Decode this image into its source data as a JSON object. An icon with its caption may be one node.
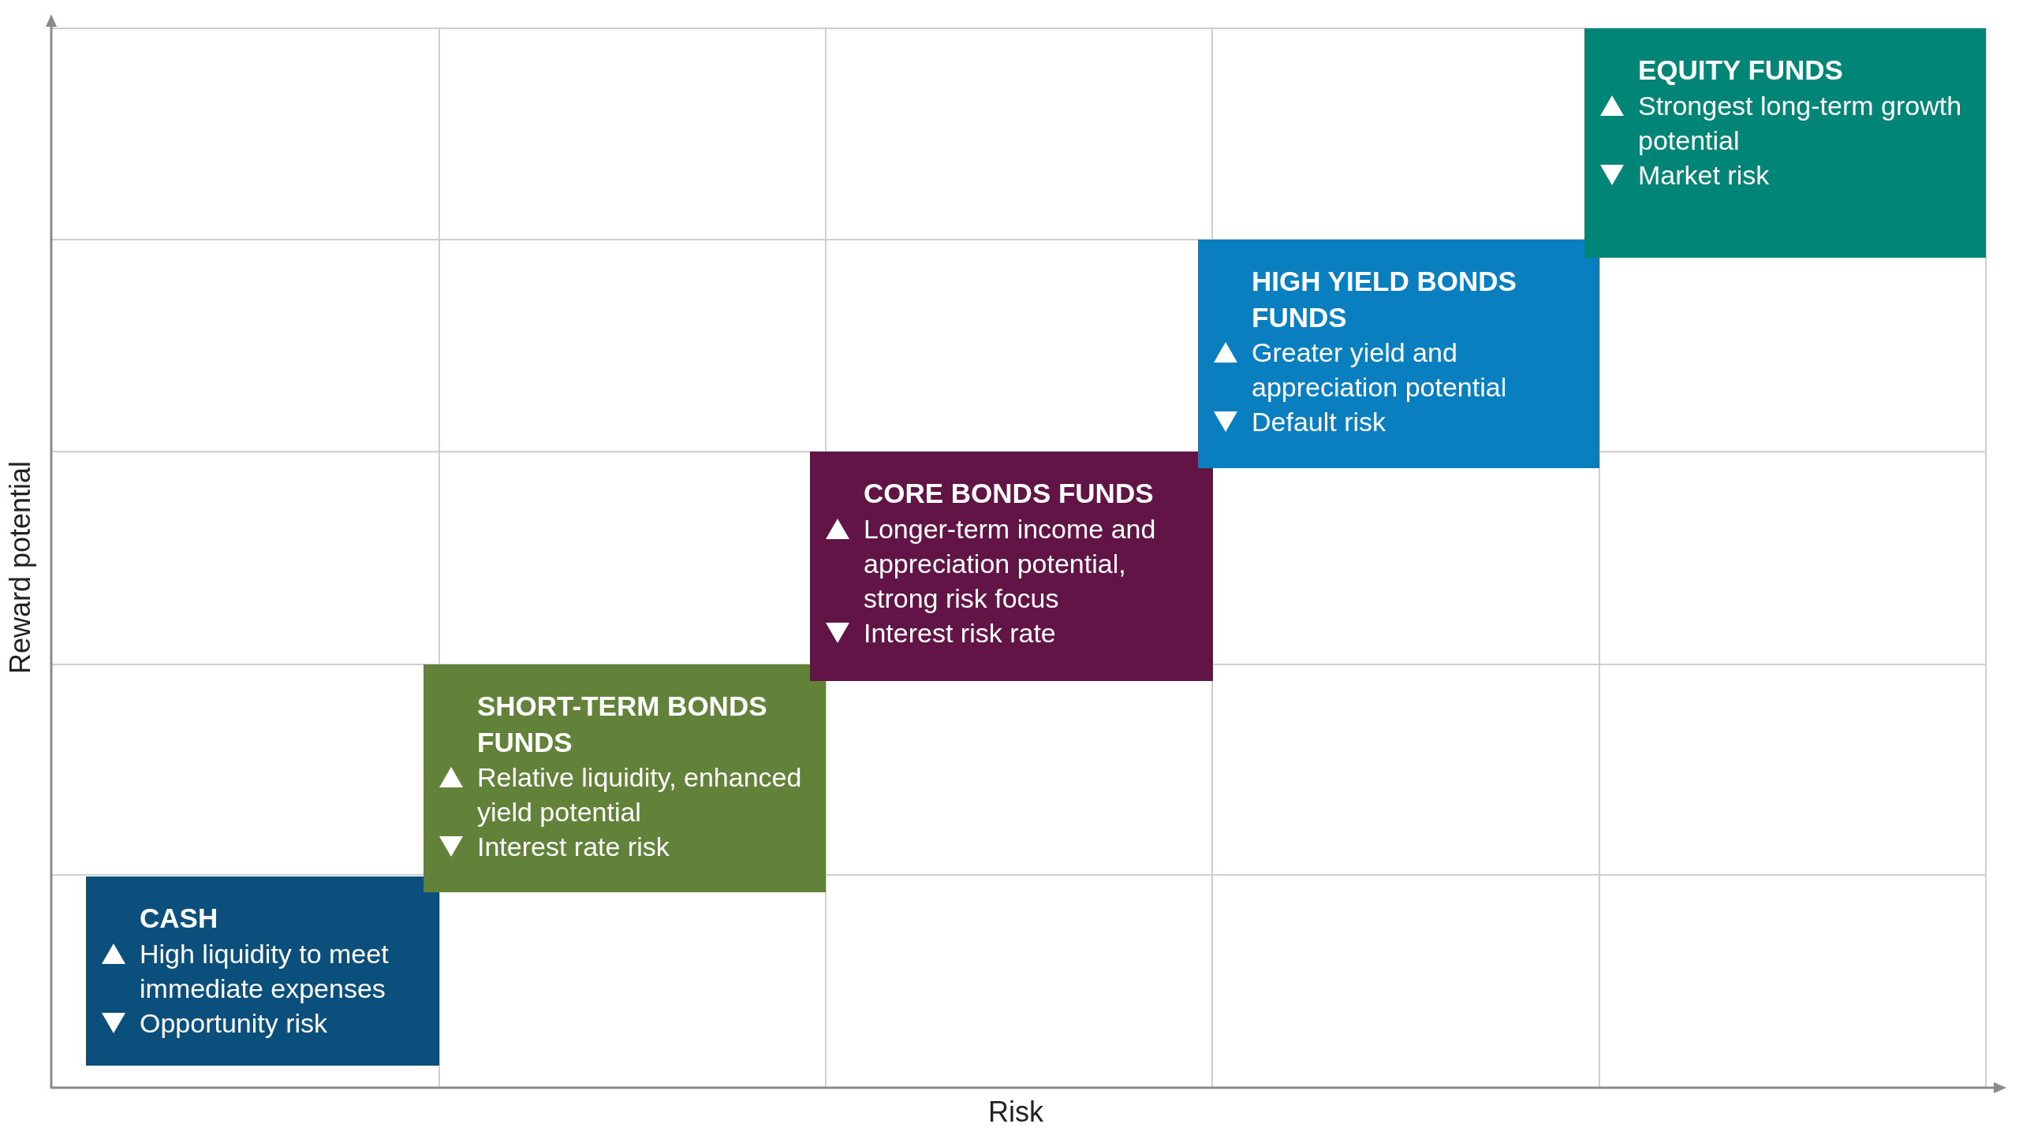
{
  "diagram": {
    "nodes": [
      {
        "text": [
          "CASH",
          "High liquidity to meet immediate expenses",
          "Opportunity risk"
        ]
      },
      {
        "text": [
          "SHORT-TERM BONDS FUNDS",
          "Relative liquidity, enhanced yield potential",
          "Interest rate risk"
        ]
      },
      {
        "text": [
          "CORE BONDS FUNDS",
          "Longer-term income and appreciation potential, strong risk focus",
          "Interest risk rate"
        ]
      },
      {
        "text": [
          "HIGH YIELD BONDS FUNDS",
          "Greater yield and appreciation potential",
          "Default risk"
        ]
      },
      {
        "text": [
          "EQUITY FUNDS",
          "Strongest long-term growth potential",
          "Market risk"
        ]
      }
    ],
    "labels": [
      "Reward potential",
      "Risk"
    ]
  }
}
